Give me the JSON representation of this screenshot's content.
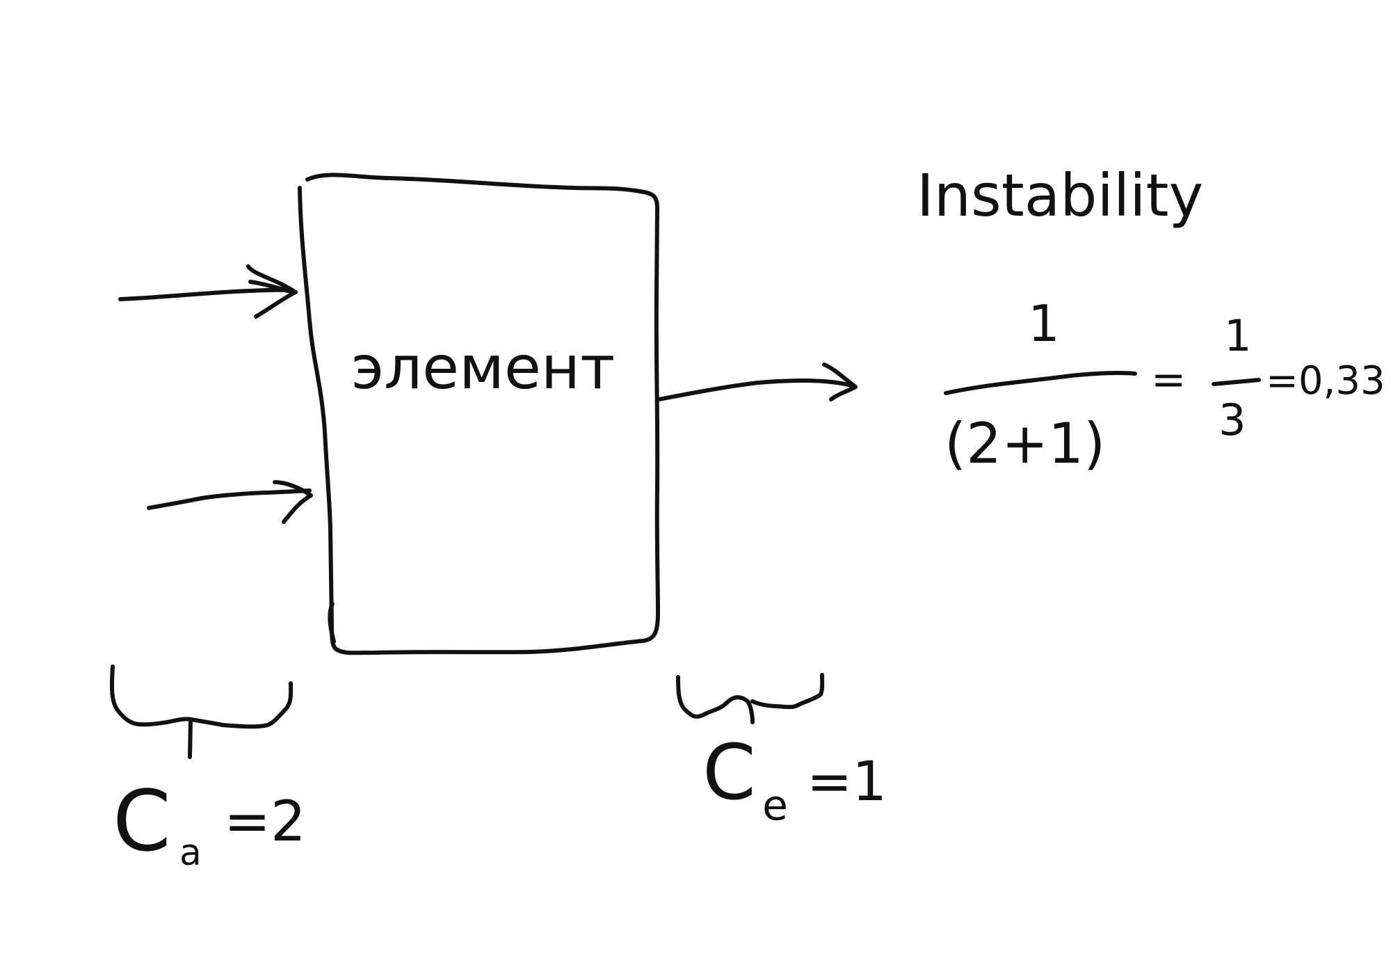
{
  "element_label": "элемент",
  "instability": {
    "title": "Instability",
    "frac1_num": "1",
    "frac1_den": "(2+1)",
    "eq1": "=",
    "frac2_num": "1",
    "frac2_den": "3",
    "eq2": "=0,33"
  },
  "ca": {
    "letter": "C",
    "sub": "a",
    "rest": "=2"
  },
  "ce": {
    "letter": "C",
    "sub": "e",
    "rest": "=1"
  },
  "colors": {
    "ink": "#111111",
    "background": "#ffffff"
  }
}
